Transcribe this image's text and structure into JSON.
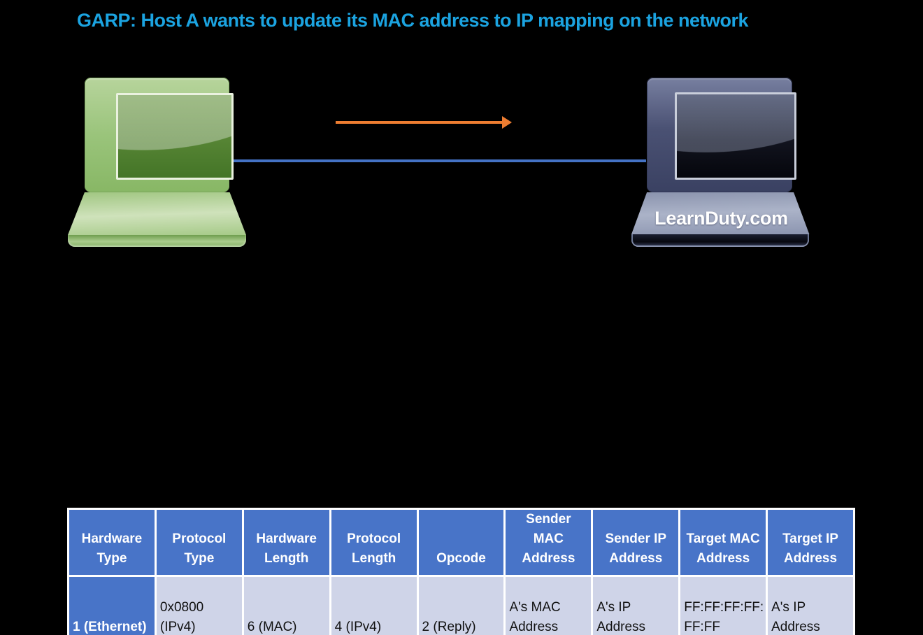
{
  "page": {
    "background_color": "#000000"
  },
  "title": {
    "text": "GARP: Host A wants to update its MAC address to IP mapping on the network",
    "color": "#1BA3E0"
  },
  "diagram": {
    "host_a": {
      "icon": "green-laptop-icon"
    },
    "host_b": {
      "icon": "dark-laptop-icon",
      "label": "LearnDuty.com"
    },
    "arrow": {
      "direction": "right",
      "color": "#ED7D31"
    },
    "link": {
      "color": "#4472C4"
    }
  },
  "table": {
    "header_bg": "#4874C8",
    "header_text_color": "#FFFFFF",
    "row_bg": "#CFD4E8",
    "row_text_color": "#111111",
    "border_color": "#FFFFFF",
    "columns": [
      "Hardware Type",
      "Protocol Type",
      "Hardware Length",
      "Protocol Length",
      "Opcode",
      "Sender MAC Address",
      "Sender IP Address",
      "Target MAC Address",
      "Target IP Address"
    ],
    "rows": [
      [
        "1 (Ethernet)",
        "0x0800 (IPv4)",
        "6 (MAC)",
        "4 (IPv4)",
        "2 (Reply)",
        "A's MAC Address",
        "A's IP Address",
        "FF:FF:FF:FF:FF:FF",
        "A's IP Address"
      ]
    ]
  }
}
